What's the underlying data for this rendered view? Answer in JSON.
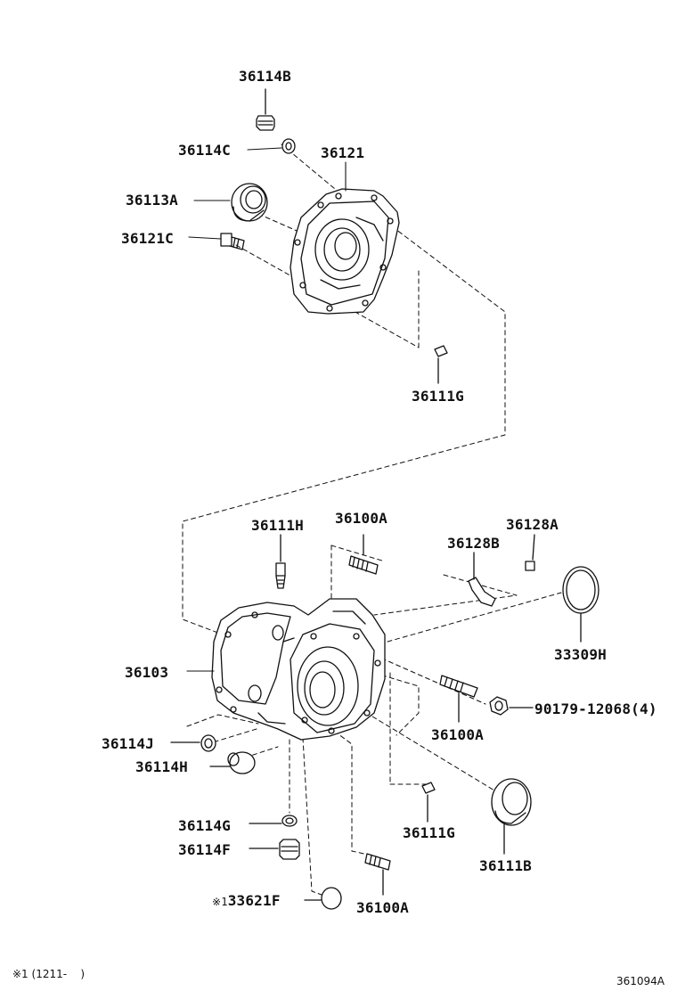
{
  "diagram_id": "361094A",
  "footnote": {
    "mark": "※1",
    "text": "(1211-    )"
  },
  "parts": [
    {
      "code": "36114B"
    },
    {
      "code": "36114C"
    },
    {
      "code": "36121"
    },
    {
      "code": "36113A"
    },
    {
      "code": "36121C"
    },
    {
      "code": "36111G"
    },
    {
      "code": "36111H"
    },
    {
      "code": "36100A"
    },
    {
      "code": "36128A"
    },
    {
      "code": "36128B"
    },
    {
      "code": "33309H"
    },
    {
      "code": "36103"
    },
    {
      "code": "90179-12068(4)"
    },
    {
      "code": "36100A"
    },
    {
      "code": "36114J"
    },
    {
      "code": "36114H"
    },
    {
      "code": "36111G"
    },
    {
      "code": "36111B"
    },
    {
      "code": "36114G"
    },
    {
      "code": "36114F"
    },
    {
      "code": "33621F",
      "prefix": "※1"
    },
    {
      "code": "36100A"
    }
  ]
}
